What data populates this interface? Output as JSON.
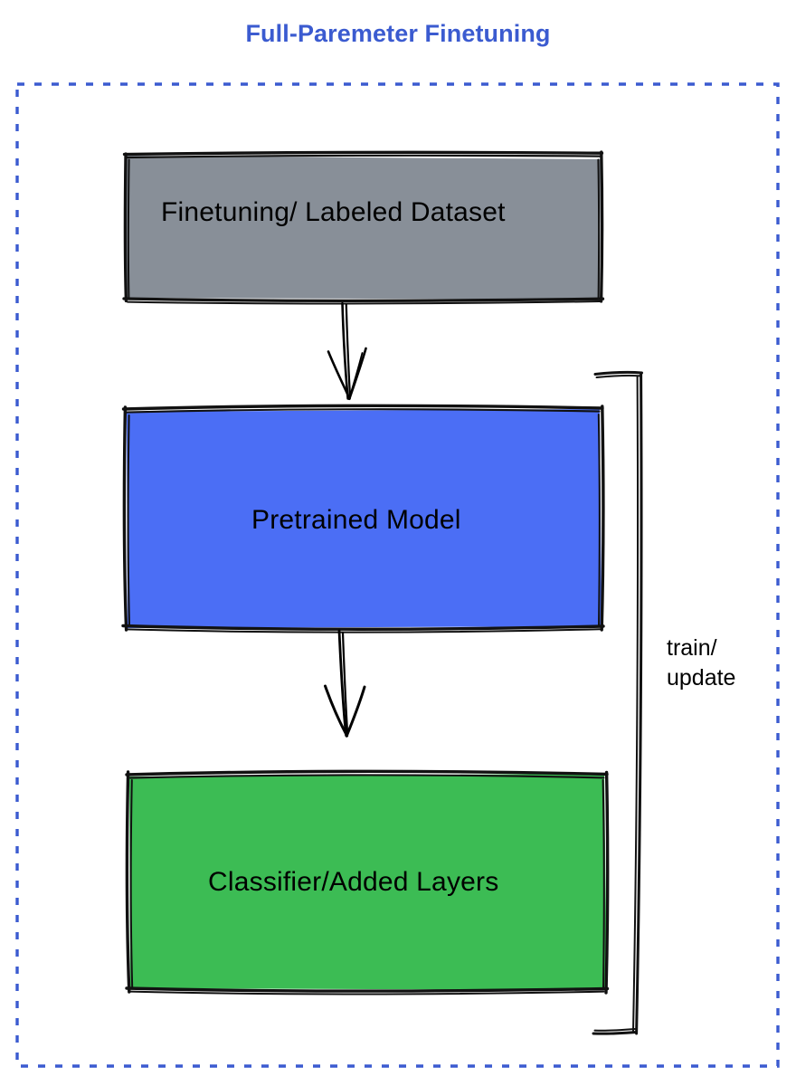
{
  "title": "Full-Paremeter Finetuning",
  "colors": {
    "title_text": "#3b5bd0",
    "frame_dash": "#3b5bd0",
    "dataset_fill": "#888f98",
    "pretrained_fill": "#4b6ef5",
    "classifier_fill": "#3cbc54",
    "stroke": "#000000",
    "background": "#ffffff",
    "label_text": "#000000"
  },
  "frame": {
    "name": "dashed-boundary",
    "style": "dashed",
    "color": "#3b5bd0"
  },
  "nodes": [
    {
      "id": "dataset",
      "label": "Finetuning/ Labeled Dataset",
      "fill": "#888f98"
    },
    {
      "id": "pretrained",
      "label": "Pretrained Model",
      "fill": "#4b6ef5"
    },
    {
      "id": "classifier",
      "label": "Classifier/Added Layers",
      "fill": "#3cbc54"
    }
  ],
  "edges": [
    {
      "id": "dataset-to-pretrained",
      "from": "dataset",
      "to": "pretrained",
      "label": "",
      "arrow": "down"
    },
    {
      "id": "pretrained-to-classifier",
      "from": "pretrained",
      "to": "classifier",
      "label": "",
      "arrow": "down"
    },
    {
      "id": "feedback-bracket",
      "from": "classifier",
      "to": "pretrained",
      "label": "train/\nupdate",
      "arrow": "none"
    }
  ],
  "labels": {
    "dataset": "Finetuning/ Labeled Dataset",
    "pretrained": "Pretrained Model",
    "classifier": "Classifier/Added Layers",
    "train_update": "train/\nupdate"
  }
}
